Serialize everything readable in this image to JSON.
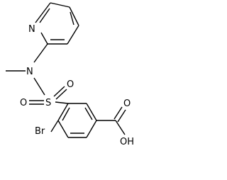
{
  "molecule": {
    "atom_labels": {
      "pyridine_n": "N",
      "amine_n": "N",
      "sulfur": "S",
      "sulfonyl_o_left": "O",
      "sulfonyl_o_right": "O",
      "bromine": "Br",
      "carbonyl_o": "O",
      "hydroxyl": "OH"
    },
    "colors": {
      "bond": "#000000",
      "label": "#000000",
      "background": "#ffffff"
    }
  }
}
